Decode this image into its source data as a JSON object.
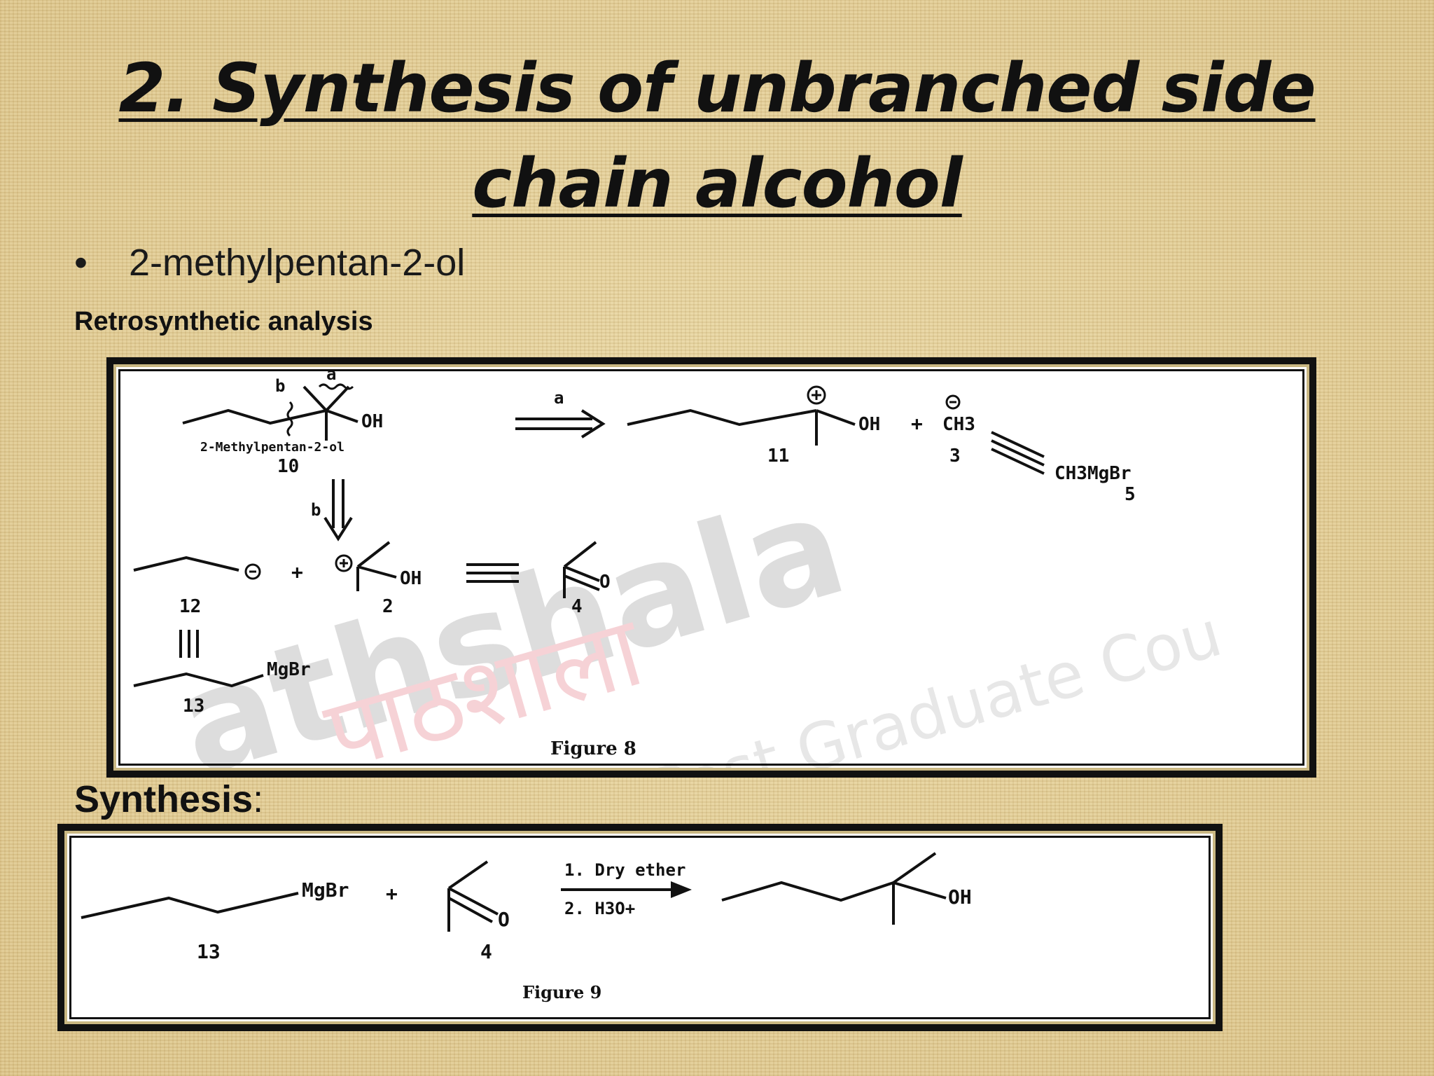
{
  "slide": {
    "title": "2. Synthesis of unbranched side chain alcohol",
    "bullet": "2-methylpentan-2-ol",
    "retro_label": "Retrosynthetic analysis",
    "synthesis_label": "Synthesis",
    "synthesis_colon": ":"
  },
  "figure8": {
    "caption": "Figure 8",
    "target_name": "2-Methylpentan-2-ol",
    "labels": {
      "bond_a": "a",
      "bond_b": "b",
      "oh": "OH",
      "plus": "+",
      "ch3": "CH3",
      "ch3mgbr": "CH3MgBr",
      "mgbr": "MgBr",
      "o": "O",
      "num_10": "10",
      "num_11": "11",
      "num_3": "3",
      "num_5": "5",
      "num_12": "12",
      "num_2": "2",
      "num_4": "4",
      "num_13": "13"
    },
    "watermark": {
      "brand": "athshala",
      "hindi": "पाठशाला",
      "tagline": "All Post Graduate Cou"
    }
  },
  "figure9": {
    "caption": "Figure 9",
    "labels": {
      "mgbr": "MgBr",
      "plus": "+",
      "o": "O",
      "oh": "OH",
      "step1": "1. Dry ether",
      "step2": "2. H3O+",
      "num_13": "13",
      "num_4": "4"
    }
  }
}
